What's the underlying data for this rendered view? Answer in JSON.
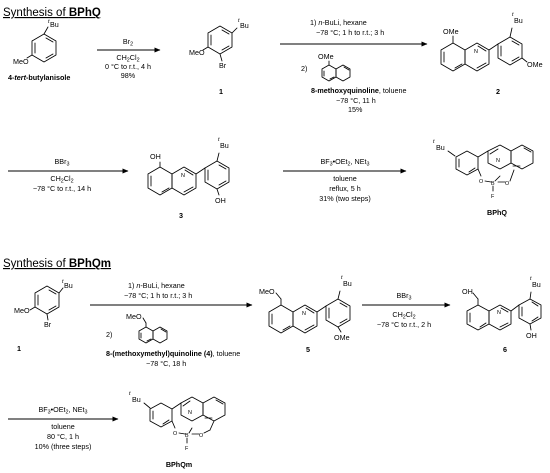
{
  "section1": {
    "title_prefix": "Synthesis of ",
    "title_target": "BPhQ",
    "start_label": "4-",
    "start_label_it": "tert",
    "start_label_rest": "-butylanisole",
    "step1": {
      "reagent": "Br",
      "reagent_sub": "2",
      "solvent": "CH",
      "solvent_sub1": "2",
      "solvent_cl": "Cl",
      "solvent_sub2": "2",
      "cond": "0 °C to r.t., 4 h",
      "yield": "98%"
    },
    "cmpd1": "1",
    "step2": {
      "l1a": "1) ",
      "l1b": "n",
      "l1c": "-BuLi, hexane",
      "l2": "−78 °C; 1 h to r.t.; 3 h",
      "l3": "2)",
      "reagent_name": "8-methoxyquinoline",
      "reagent_solv": ", toluene",
      "l5": "−78 °C, 11 h",
      "yield": "15%"
    },
    "cmpd2": "2",
    "step3": {
      "reagent": "BBr",
      "reagent_sub": "3",
      "solvent": "CH",
      "s1": "2",
      "cl": "Cl",
      "s2": "2",
      "cond": "−78 °C to r.t., 14 h"
    },
    "cmpd3": "3",
    "step4": {
      "reagent": "BF",
      "sub3": "3",
      "dot": "•OEt",
      "sub2": "2",
      "amine": ", NEt",
      "sub3b": "3",
      "solvent": "toluene",
      "cond": "reflux, 5 h",
      "yield": "31% (two steps)"
    },
    "product": "BPhQ"
  },
  "section2": {
    "title_prefix": "Synthesis of ",
    "title_target": "BPhQm",
    "cmpd1": "1",
    "step1": {
      "l1a": "1) ",
      "l1b": "n",
      "l1c": "-BuLi, hexane",
      "l2": "−78 °C; 1 h to r.t.; 3 h",
      "l3": "2)",
      "reagent_name": "8-(methoxymethyl)quinoline (4)",
      "reagent_solv": ", toluene",
      "l5": "−78 °C, 18 h"
    },
    "cmpd5": "5",
    "step2": {
      "reagent": "BBr",
      "reagent_sub": "3",
      "solvent": "CH",
      "s1": "2",
      "cl": "Cl",
      "s2": "2",
      "cond": "−78 °C to r.t., 2 h"
    },
    "cmpd6": "6",
    "step3": {
      "reagent": "BF",
      "sub3": "3",
      "dot": "•OEt",
      "sub2": "2",
      "amine": ", NEt",
      "sub3b": "3",
      "solvent": "toluene",
      "cond": "80 °C, 1 h",
      "yield": "10% (three steps)"
    },
    "product": "BPhQm"
  },
  "atoms": {
    "tbu_t": "t",
    "tbu_bu": "Bu",
    "meo": "MeO",
    "ome": "OMe",
    "br": "Br",
    "oh": "OH",
    "n": "N",
    "o": "O",
    "b": "B",
    "f": "F"
  }
}
